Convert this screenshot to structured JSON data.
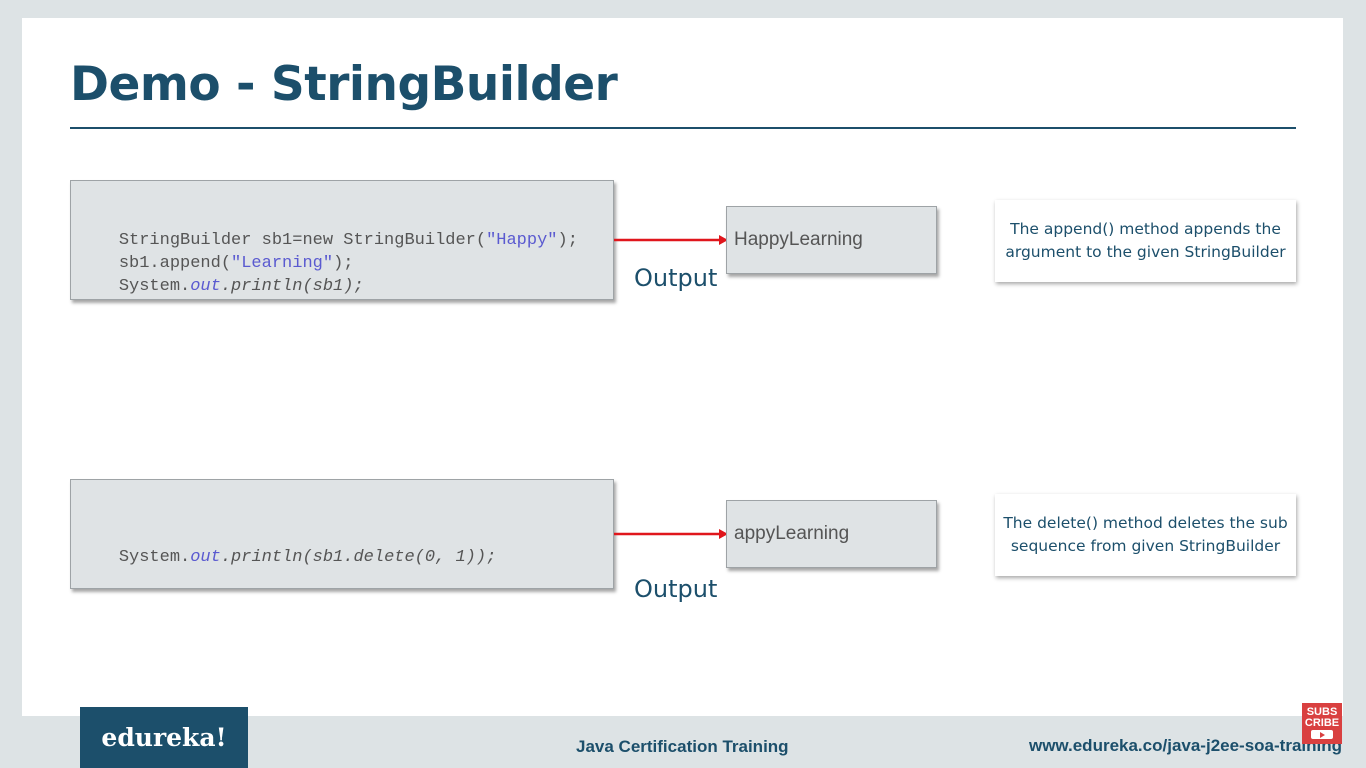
{
  "slide": {
    "title": "Demo - StringBuilder",
    "output_label": "Output"
  },
  "examples": [
    {
      "code_lines": [
        [
          {
            "text": "StringBuilder sb1=new StringBuilder(",
            "style": "plain"
          },
          {
            "text": "\"Happy\"",
            "style": "str"
          },
          {
            "text": ");",
            "style": "plain"
          }
        ],
        [
          {
            "text": "sb1.append(",
            "style": "plain"
          },
          {
            "text": "\"Learning\"",
            "style": "str"
          },
          {
            "text": ");",
            "style": "plain"
          }
        ],
        [
          {
            "text": "System.",
            "style": "plain"
          },
          {
            "text": "out",
            "style": "itb"
          },
          {
            "text": ".println(sb1);",
            "style": "it"
          }
        ]
      ],
      "output": "HappyLearning",
      "description": "The append() method appends the argument to the given StringBuilder"
    },
    {
      "code_lines": [
        [
          {
            "text": "System.",
            "style": "plain"
          },
          {
            "text": "out",
            "style": "itb"
          },
          {
            "text": ".println(sb1.delete(0, 1));",
            "style": "it"
          }
        ]
      ],
      "output": "appyLearning",
      "description": "The delete() method deletes the sub sequence from given StringBuilder"
    }
  ],
  "footer": {
    "logo": "edureka!",
    "course": "Java Certification Training",
    "url": "www.edureka.co/java-j2ee-soa-training",
    "subscribe_line1": "SUBS",
    "subscribe_line2": "CRIBE"
  },
  "colors": {
    "primary": "#1c4f6b",
    "arrow": "#e0161c",
    "code_string": "#5a5ad0",
    "box_bg": "#dfe3e5"
  }
}
